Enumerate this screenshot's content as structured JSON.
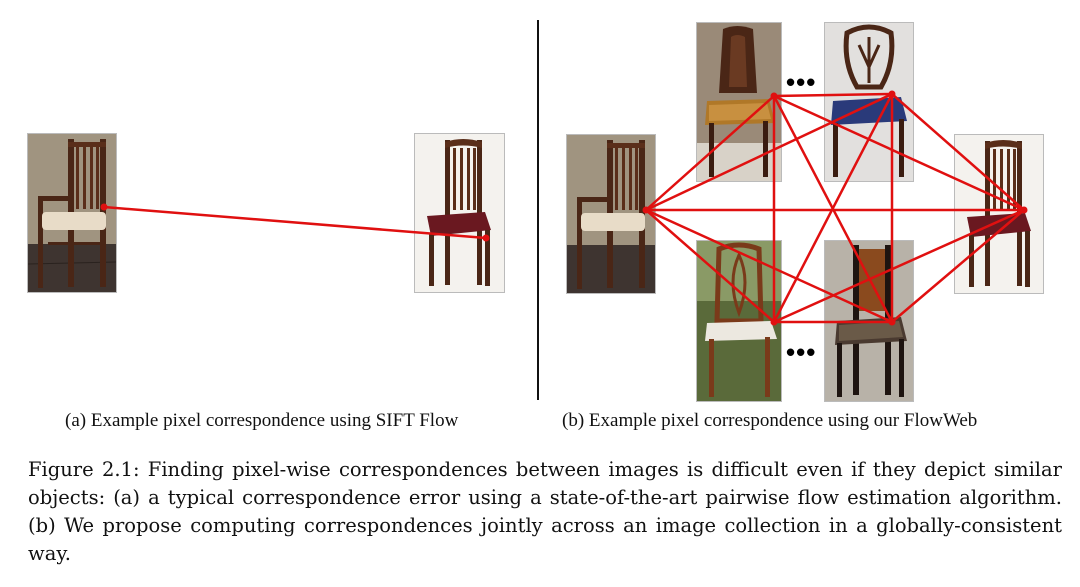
{
  "subfigure_a": {
    "caption": "(a) Example pixel correspondence using SIFT Flow",
    "images": [
      {
        "name": "armchair-source"
      },
      {
        "name": "slat-back-chair"
      }
    ]
  },
  "subfigure_b": {
    "caption": "(b) Example pixel correspondence using our FlowWeb",
    "images": [
      {
        "name": "armchair-source"
      },
      {
        "name": "upholstered-chair"
      },
      {
        "name": "shield-back-chair"
      },
      {
        "name": "slat-back-chair"
      },
      {
        "name": "carved-chair"
      },
      {
        "name": "ladder-back-chair"
      }
    ],
    "ellipsis_top": "•••",
    "ellipsis_bottom": "•••"
  },
  "figure_caption": "Figure 2.1: Finding pixel-wise correspondences between images is difficult even if they depict similar objects: (a) a typical correspondence error using a state-of-the-art pairwise flow estimation algorithm. (b) We propose computing correspondences jointly across an image collection in a globally-consistent way.",
  "colors": {
    "correspondence_line": "#e01010",
    "chair_wood": "#4a2616",
    "seat_cream": "#e8dcc8",
    "seat_maroon": "#6a1820",
    "seat_blue": "#2a3a7a"
  }
}
